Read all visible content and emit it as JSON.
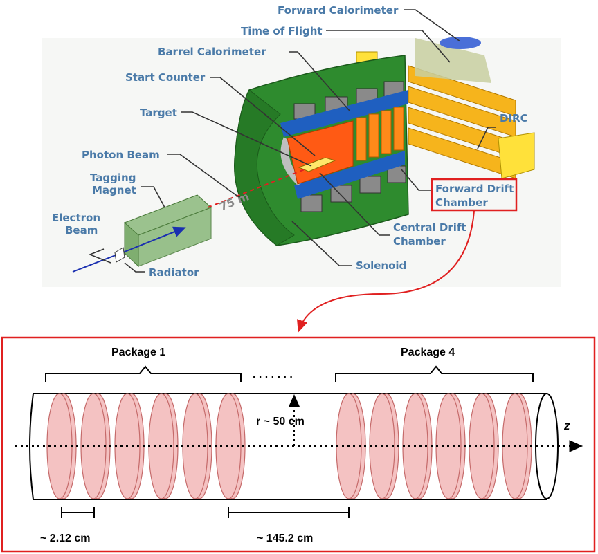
{
  "detector": {
    "labels": {
      "forward_calorimeter": "Forward Calorimeter",
      "time_of_flight": "Time of Flight",
      "barrel_calorimeter": "Barrel Calorimeter",
      "start_counter": "Start Counter",
      "target": "Target",
      "photon_beam": "Photon Beam",
      "tagging_magnet_line1": "Tagging",
      "tagging_magnet_line2": "Magnet",
      "electron_beam_line1": "Electron",
      "electron_beam_line2": "Beam",
      "radiator": "Radiator",
      "solenoid": "Solenoid",
      "central_drift_line1": "Central Drift",
      "central_drift_line2": "Chamber",
      "forward_drift_line1": "Forward Drift",
      "forward_drift_line2": "Chamber",
      "dirc": "DIRC",
      "distance": "75 m"
    },
    "colors": {
      "label": "#4a7aa8",
      "highlight": "#e02020",
      "solenoid": "#2e8b2e",
      "calorimeter": "#1f5fc0",
      "drift": "#ff5a14",
      "dirc": "#f6b41c"
    }
  },
  "schematic": {
    "package_left": "Package 1",
    "package_right": "Package 4",
    "ellipsis": ". . . . . . .",
    "radius": "r ~ 50 cm",
    "axis": "z",
    "cell_spacing": "~ 2.12 cm",
    "package_gap": "~ 145.2 cm",
    "colors": {
      "cell_fill": "#f4c2c2",
      "cell_stroke": "#c56a6a",
      "frame": "#e02020"
    }
  }
}
